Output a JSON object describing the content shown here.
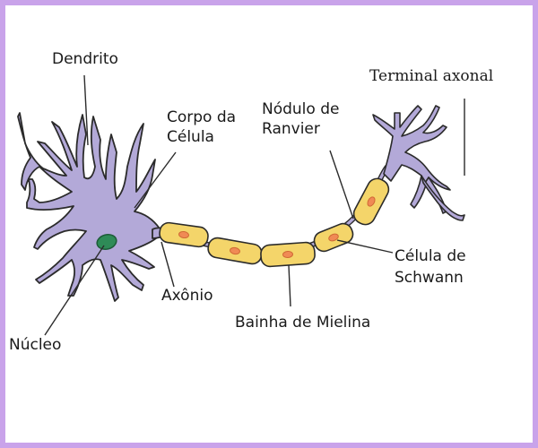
{
  "labels": {
    "dendrito": "Dendrito",
    "corpo_line1": "Corpo da",
    "corpo_line2": "Célula",
    "nodulo_line1": "Nódulo de",
    "nodulo_line2": "Ranvier",
    "terminal": "Terminal axonal",
    "celula_line1": "Célula de",
    "celula_line2": "Schwann",
    "axonio": "Axônio",
    "bainha": "Bainha de Mielina",
    "nucleo": "Núcleo"
  },
  "colors": {
    "frame": "#c9a3ea",
    "neuron": "#b3a9d8",
    "neuron_stroke": "#2b2b2b",
    "nucleus": "#2e8b57",
    "myelin": "#f4d56a",
    "myelin_nucleus": "#f08a55"
  }
}
